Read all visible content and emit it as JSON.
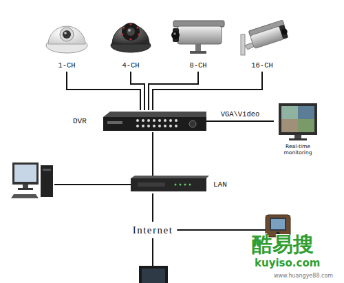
{
  "diagram": {
    "nodes": [
      {
        "text": [
          "1-CH"
        ]
      },
      {
        "text": [
          "4-CH"
        ]
      },
      {
        "text": [
          "8-CH"
        ]
      },
      {
        "text": [
          "16-CH"
        ]
      },
      {
        "text": [
          "DVR"
        ]
      },
      {
        "text": [
          "Real-time monitoring"
        ]
      },
      {
        "text": [
          "LAN"
        ]
      },
      {
        "text": [
          "Internet"
        ]
      }
    ],
    "edges": [
      {
        "from": 0,
        "to": 4,
        "arrow": "none"
      },
      {
        "from": 1,
        "to": 4,
        "arrow": "none"
      },
      {
        "from": 2,
        "to": 4,
        "arrow": "none"
      },
      {
        "from": 3,
        "to": 4,
        "arrow": "none"
      },
      {
        "from": 4,
        "to": 5,
        "label": "VGA\\Video",
        "arrow": "none"
      },
      {
        "from": 4,
        "to": 6,
        "arrow": "none"
      },
      {
        "from": 6,
        "to": 7,
        "arrow": "none"
      }
    ],
    "labels": [
      "酷易搜",
      "kuyiso.com",
      "www.huangye88.com"
    ]
  }
}
